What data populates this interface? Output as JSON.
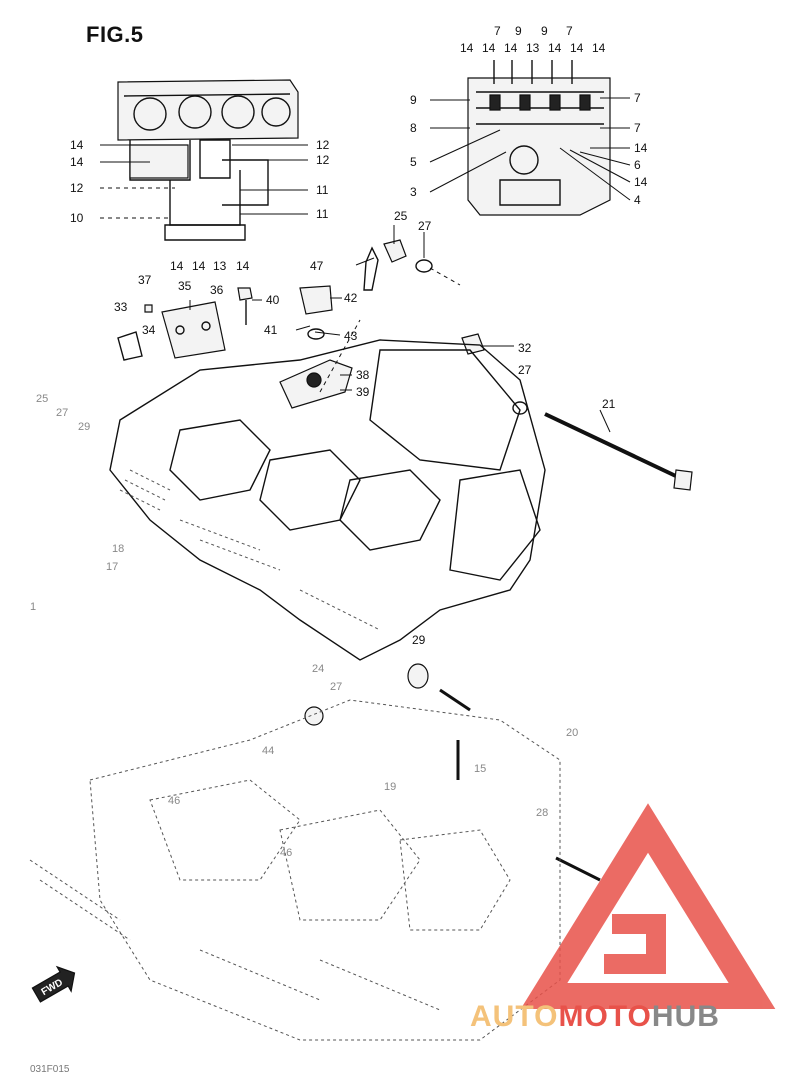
{
  "figure": {
    "title": "FIG.5",
    "footer_code": "031F015"
  },
  "callouts": {
    "top_left": [
      "14",
      "14",
      "12",
      "10",
      "12",
      "12",
      "11",
      "11",
      "14",
      "14",
      "13",
      "14"
    ],
    "top_right": [
      "7",
      "9",
      "9",
      "7",
      "14",
      "14",
      "14",
      "13",
      "14",
      "14",
      "14",
      "9",
      "8",
      "5",
      "3",
      "7",
      "7",
      "14",
      "6",
      "14",
      "4"
    ],
    "middle": [
      "25",
      "27",
      "47",
      "37",
      "35",
      "36",
      "40",
      "42",
      "33",
      "34",
      "41",
      "43",
      "32",
      "38",
      "39",
      "27",
      "21"
    ],
    "left_edge": [
      "25",
      "27",
      "29",
      "18",
      "17",
      "1"
    ],
    "lower": [
      "29",
      "24",
      "27",
      "44",
      "20",
      "19",
      "15",
      "46",
      "28",
      "46"
    ]
  },
  "badge": {
    "label": "FWD"
  },
  "watermark": {
    "word_auto": "AUTO",
    "word_moto": "MOTO",
    "word_hub": "HUB",
    "color_red": "#e8524a",
    "color_orange": "#f4c27a",
    "color_gray": "#888888"
  }
}
